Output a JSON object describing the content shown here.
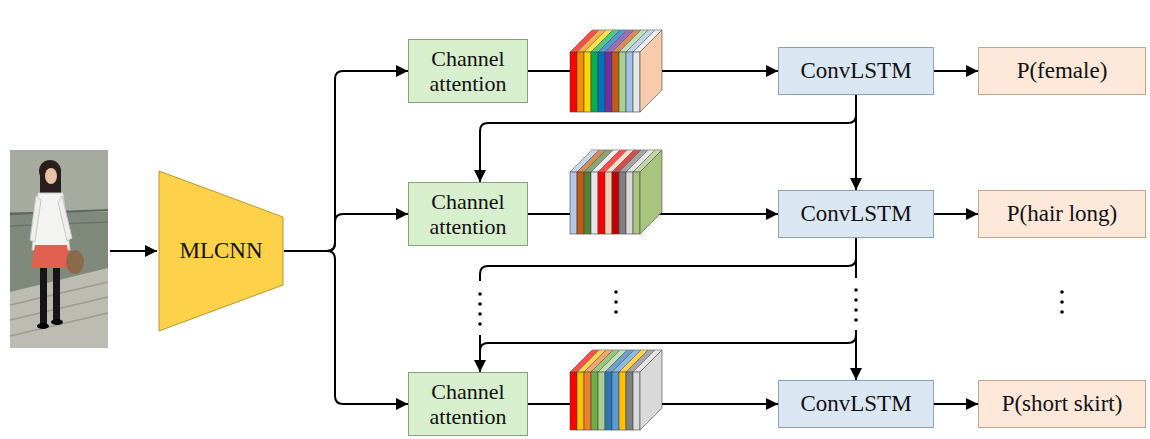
{
  "diagram": {
    "nodes": [
      {
        "text": [
          "MLCNN"
        ]
      },
      {
        "text": [
          "Channel attention"
        ]
      },
      {
        "text": [
          "ConvLSTM"
        ]
      },
      {
        "text": [
          "P(female)"
        ]
      },
      {
        "text": [
          "Channel attention"
        ]
      },
      {
        "text": [
          "ConvLSTM"
        ]
      },
      {
        "text": [
          "P(hair long)"
        ]
      },
      {
        "text": [
          "Channel attention"
        ]
      },
      {
        "text": [
          "ConvLSTM"
        ]
      },
      {
        "text": [
          "P(short skirt)"
        ]
      }
    ],
    "edges": [
      {
        "from": 0,
        "to": 1,
        "arrow": "to"
      },
      {
        "from": 0,
        "to": 4,
        "arrow": "to"
      },
      {
        "from": 0,
        "to": 7,
        "arrow": "to"
      },
      {
        "from": 1,
        "to": 2,
        "arrow": "to"
      },
      {
        "from": 2,
        "to": 3,
        "arrow": "to"
      },
      {
        "from": 2,
        "to": 4,
        "arrow": "to"
      },
      {
        "from": 2,
        "to": 5,
        "arrow": "to"
      },
      {
        "from": 4,
        "to": 5,
        "arrow": "to"
      },
      {
        "from": 5,
        "to": 6,
        "arrow": "to"
      },
      {
        "from": 5,
        "to": 7,
        "arrow": "to"
      },
      {
        "from": 5,
        "to": 8,
        "arrow": "to"
      },
      {
        "from": 7,
        "to": 8,
        "arrow": "to"
      },
      {
        "from": 8,
        "to": 9,
        "arrow": "to"
      }
    ]
  }
}
